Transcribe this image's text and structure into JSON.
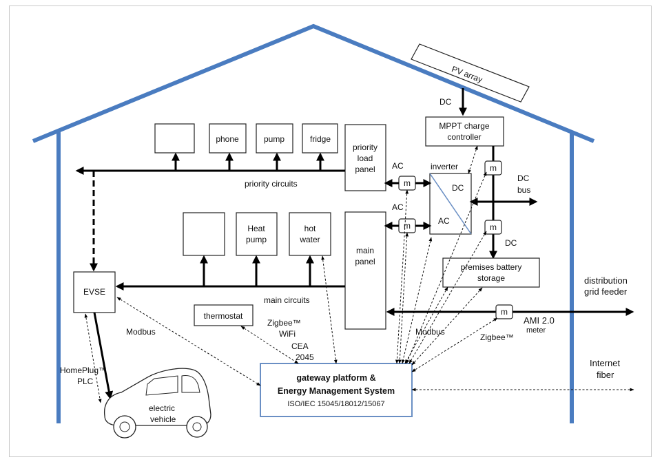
{
  "labels": {
    "pv_array": "PV array",
    "dc_top": "DC",
    "mppt_1": "MPPT charge",
    "mppt_2": "controller",
    "inverter": "inverter",
    "inv_dc": "DC",
    "inv_ac": "AC",
    "dc_bus_1": "DC",
    "dc_bus_2": "bus",
    "dc_lower": "DC",
    "ac_upper": "AC",
    "ac_lower": "AC",
    "meter": "m",
    "phone": "phone",
    "pump": "pump",
    "fridge": "fridge",
    "priority_panel_1": "priority",
    "priority_panel_2": "load",
    "priority_panel_3": "panel",
    "priority_circuits": "priority circuits",
    "heat_pump_1": "Heat",
    "heat_pump_2": "pump",
    "hot_water_1": "hot",
    "hot_water_2": "water",
    "main_panel_1": "main",
    "main_panel_2": "panel",
    "battery_1": "premises battery",
    "battery_2": "storage",
    "evse": "EVSE",
    "main_circuits": "main circuits",
    "thermostat": "thermostat",
    "zigbee_left": "Zigbee™",
    "wifi": "WiFi",
    "cea_1": "CEA",
    "cea_2": "2045",
    "modbus_left": "Modbus",
    "modbus_right": "Modbus",
    "zigbee_right": "Zigbee™",
    "ami_1": "AMI 2.0",
    "ami_2": "meter",
    "dist_1": "distribution",
    "dist_2": "grid feeder",
    "internet_1": "Internet",
    "internet_2": "fiber",
    "homeplug_1": "HomePlug™",
    "homeplug_2": "PLC",
    "ev_1": "electric",
    "ev_2": "vehicle",
    "gateway_1": "gateway platform &",
    "gateway_2": "Energy Management System",
    "gateway_3": "ISO/IEC 15045/18012/15067"
  },
  "colors": {
    "house_outline": "#4a7cc0",
    "gateway_border": "#6a8fc4"
  }
}
